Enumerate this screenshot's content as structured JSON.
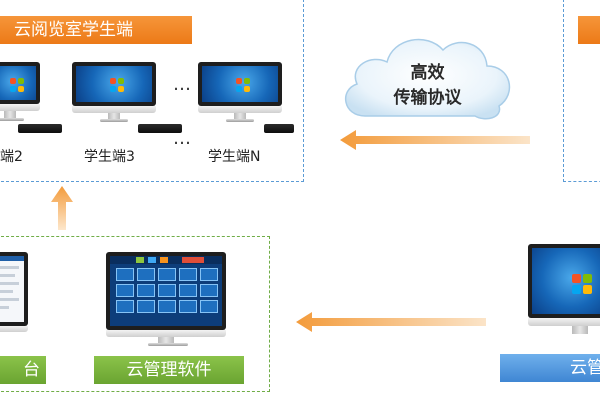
{
  "student_panel": {
    "title": "云阅览室学生端"
  },
  "students": [
    {
      "label": "端2"
    },
    {
      "label": "学生端3"
    },
    {
      "label": "学生端N"
    }
  ],
  "ellipsis": "…",
  "cloud": {
    "line1": "高效",
    "line2": "传输协议"
  },
  "management": {
    "left_label": "台",
    "software_label": "云管理软件"
  },
  "server": {
    "label": "云管"
  },
  "colors": {
    "orange": "#ec7a17",
    "green": "#6aa431",
    "blue": "#3f86d3",
    "dash_blue": "#5b9bd5",
    "dash_green": "#70ad47",
    "arrow": "#f3a34a"
  }
}
